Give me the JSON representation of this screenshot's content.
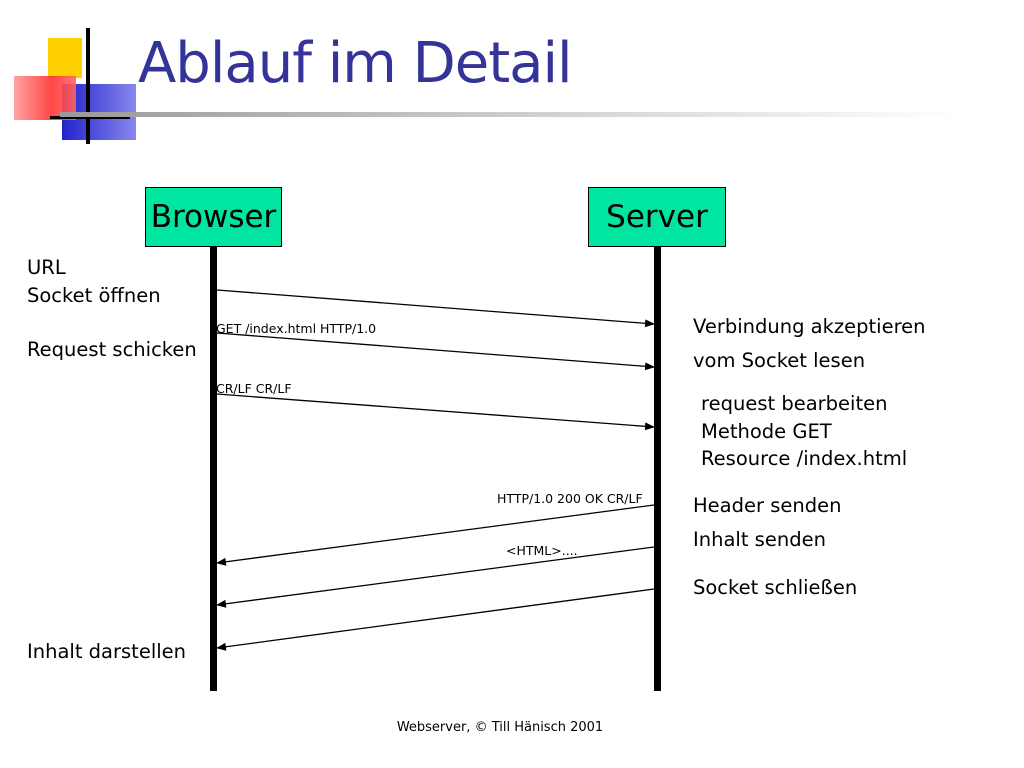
{
  "slide": {
    "title": "Ablauf im Detail",
    "footer": "Webserver, © Till Hänisch 2001"
  },
  "actors": {
    "browser": "Browser",
    "server": "Server"
  },
  "browser_notes": {
    "url": "URL",
    "socket_open": "Socket öffnen",
    "send_request": "Request schicken",
    "render_content": "Inhalt darstellen"
  },
  "server_notes": {
    "accept": "Verbindung akzeptieren",
    "read_socket": "vom Socket lesen",
    "process_request": "request bearbeiten",
    "method": "Methode GET",
    "resource": "Resource /index.html",
    "send_header": "Header senden",
    "send_content": "Inhalt senden",
    "close_socket": "Socket schließen"
  },
  "messages": {
    "get_request": "GET /index.html HTTP/1.0",
    "crlf": "CR/LF CR/LF",
    "http_ok": "HTTP/1.0 200 OK CR/LF",
    "html_body": "<HTML>...."
  },
  "colors": {
    "title": "#333399",
    "actor_fill": "#00e6a0",
    "logo_yellow": "#ffd000",
    "logo_red": "#ff3333",
    "logo_blue": "#2222cc"
  }
}
